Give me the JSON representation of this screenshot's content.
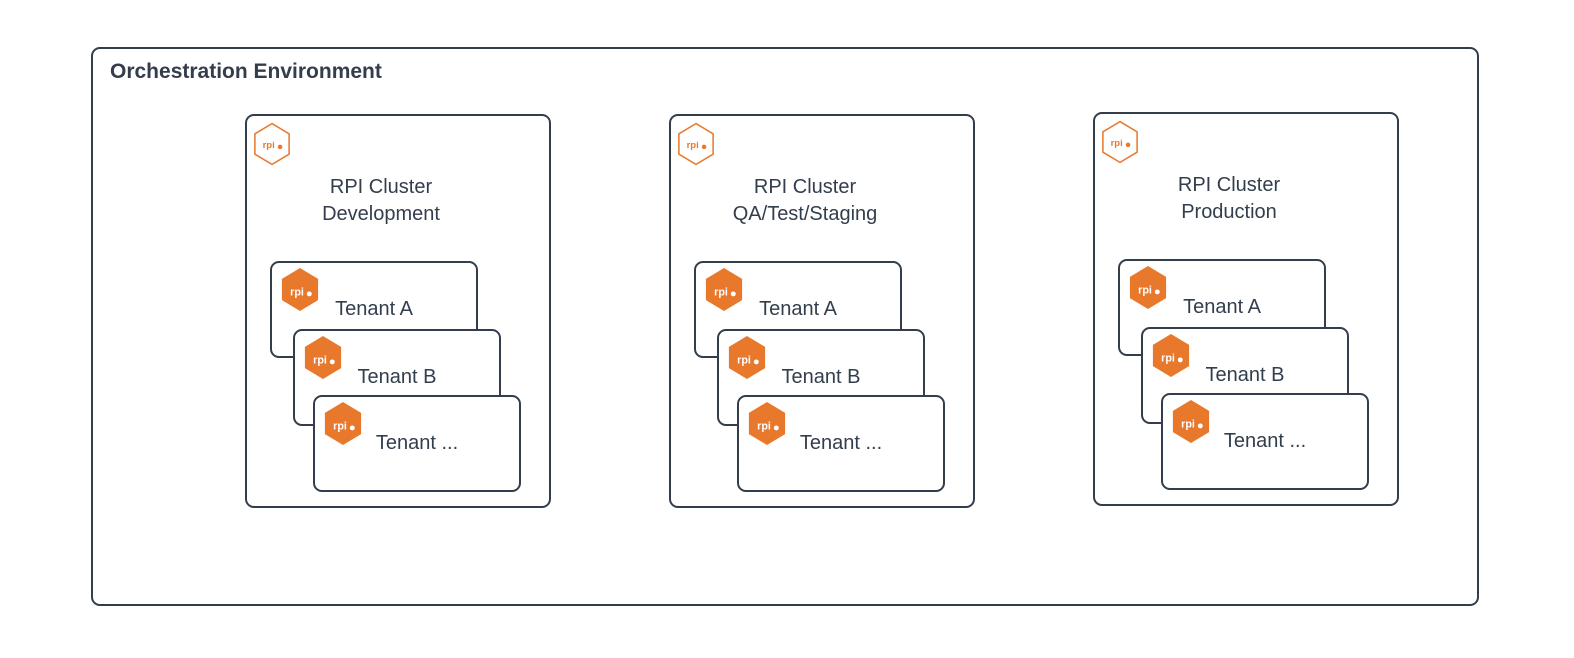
{
  "diagram": {
    "title": "Orchestration Environment",
    "icon_label": "rpi",
    "colors": {
      "stroke": "#333e4c",
      "text": "#333e4c",
      "accent_orange": "#e8792c",
      "background": "#ffffff"
    },
    "clusters": [
      {
        "name_line1": "RPI Cluster",
        "name_line2": "Development",
        "tenants": [
          {
            "label": "Tenant A"
          },
          {
            "label": "Tenant B"
          },
          {
            "label": "Tenant ..."
          }
        ]
      },
      {
        "name_line1": "RPI Cluster",
        "name_line2": "QA/Test/Staging",
        "tenants": [
          {
            "label": "Tenant A"
          },
          {
            "label": "Tenant B"
          },
          {
            "label": "Tenant ..."
          }
        ]
      },
      {
        "name_line1": "RPI Cluster",
        "name_line2": "Production",
        "tenants": [
          {
            "label": "Tenant A"
          },
          {
            "label": "Tenant B"
          },
          {
            "label": "Tenant ..."
          }
        ]
      }
    ]
  }
}
